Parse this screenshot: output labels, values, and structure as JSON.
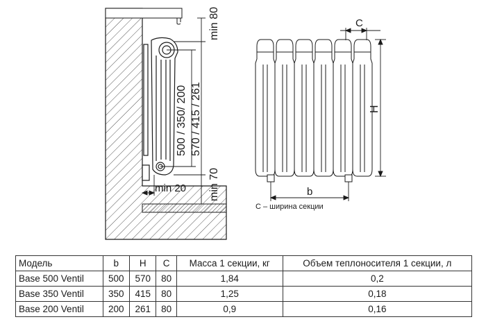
{
  "side_view": {
    "label_height_range": "500 / 350/ 200",
    "label_axis_range": "570 / 415 / 261",
    "label_top_clearance": "min 80",
    "label_bottom_clearance": "min 70",
    "label_wall_clearance": "min 20"
  },
  "front_view": {
    "label_c": "C",
    "label_h": "H",
    "label_b": "b",
    "caption": "С – ширина секции"
  },
  "table": {
    "headers": [
      "Модель",
      "b",
      "H",
      "C",
      "Масса 1 секции, кг",
      "Объем теплоносителя 1 секции, л"
    ],
    "rows": [
      [
        "Base 500 Ventil",
        "500",
        "570",
        "80",
        "1,84",
        "0,2"
      ],
      [
        "Base 350 Ventil",
        "350",
        "415",
        "80",
        "1,25",
        "0,18"
      ],
      [
        "Base 200 Ventil",
        "200",
        "261",
        "80",
        "0,9",
        "0,16"
      ]
    ]
  },
  "colors": {
    "line": "#1a1a1a",
    "hatch": "#555555",
    "background": "#ffffff"
  }
}
